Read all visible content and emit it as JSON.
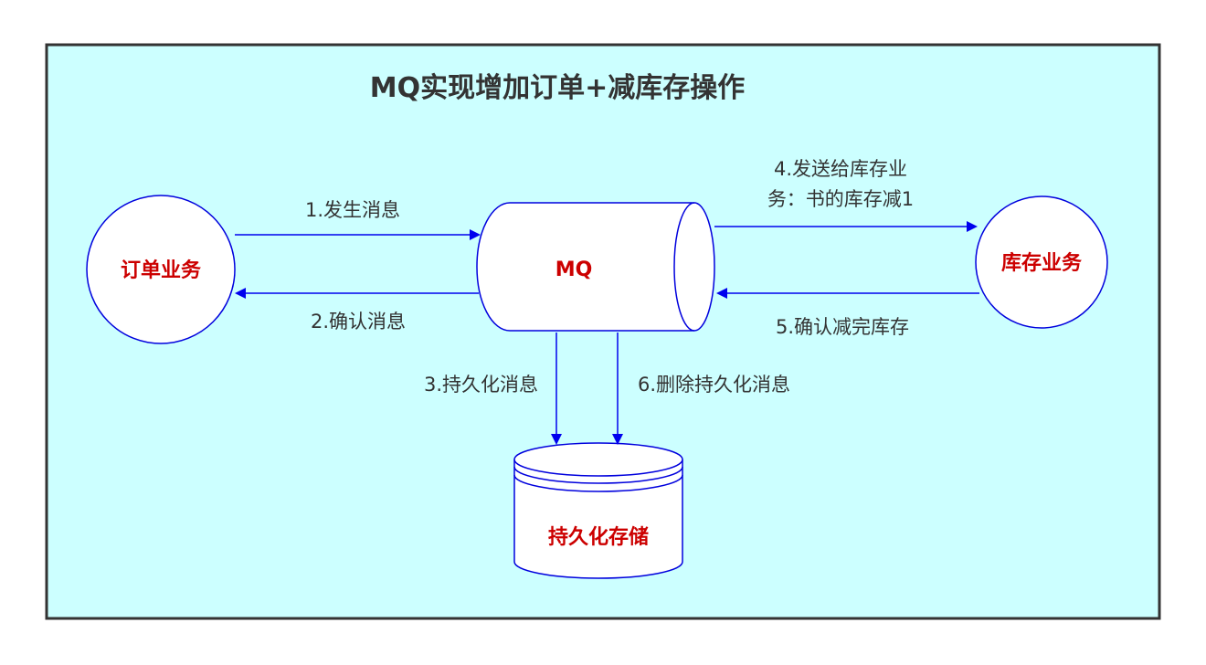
{
  "title": "MQ实现增加订单+减库存操作",
  "colors": {
    "background": "#ccffff",
    "frame": "#333333",
    "edge": "#0000ee",
    "node_stroke": "#0000dd",
    "node_fill": "#ffffff",
    "node_text": "#cc0000",
    "edge_text": "#333333"
  },
  "nodes": {
    "order": {
      "label": "订单业务",
      "shape": "circle"
    },
    "mq": {
      "label": "MQ",
      "shape": "cylinder-horizontal"
    },
    "inventory": {
      "label": "库存业务",
      "shape": "circle"
    },
    "storage": {
      "label": "持久化存储",
      "shape": "cylinder-vertical"
    }
  },
  "edges": {
    "e1": {
      "from": "order",
      "to": "mq",
      "label": "1.发生消息"
    },
    "e2": {
      "from": "mq",
      "to": "order",
      "label": "2.确认消息"
    },
    "e3": {
      "from": "mq",
      "to": "storage",
      "label": "3.持久化消息"
    },
    "e4": {
      "from": "mq",
      "to": "inventory",
      "label_line1": "4.发送给库存业",
      "label_line2": "务：书的库存减1"
    },
    "e5": {
      "from": "inventory",
      "to": "mq",
      "label": "5.确认减完库存"
    },
    "e6": {
      "from": "mq",
      "to": "storage",
      "label": "6.删除持久化消息"
    }
  }
}
